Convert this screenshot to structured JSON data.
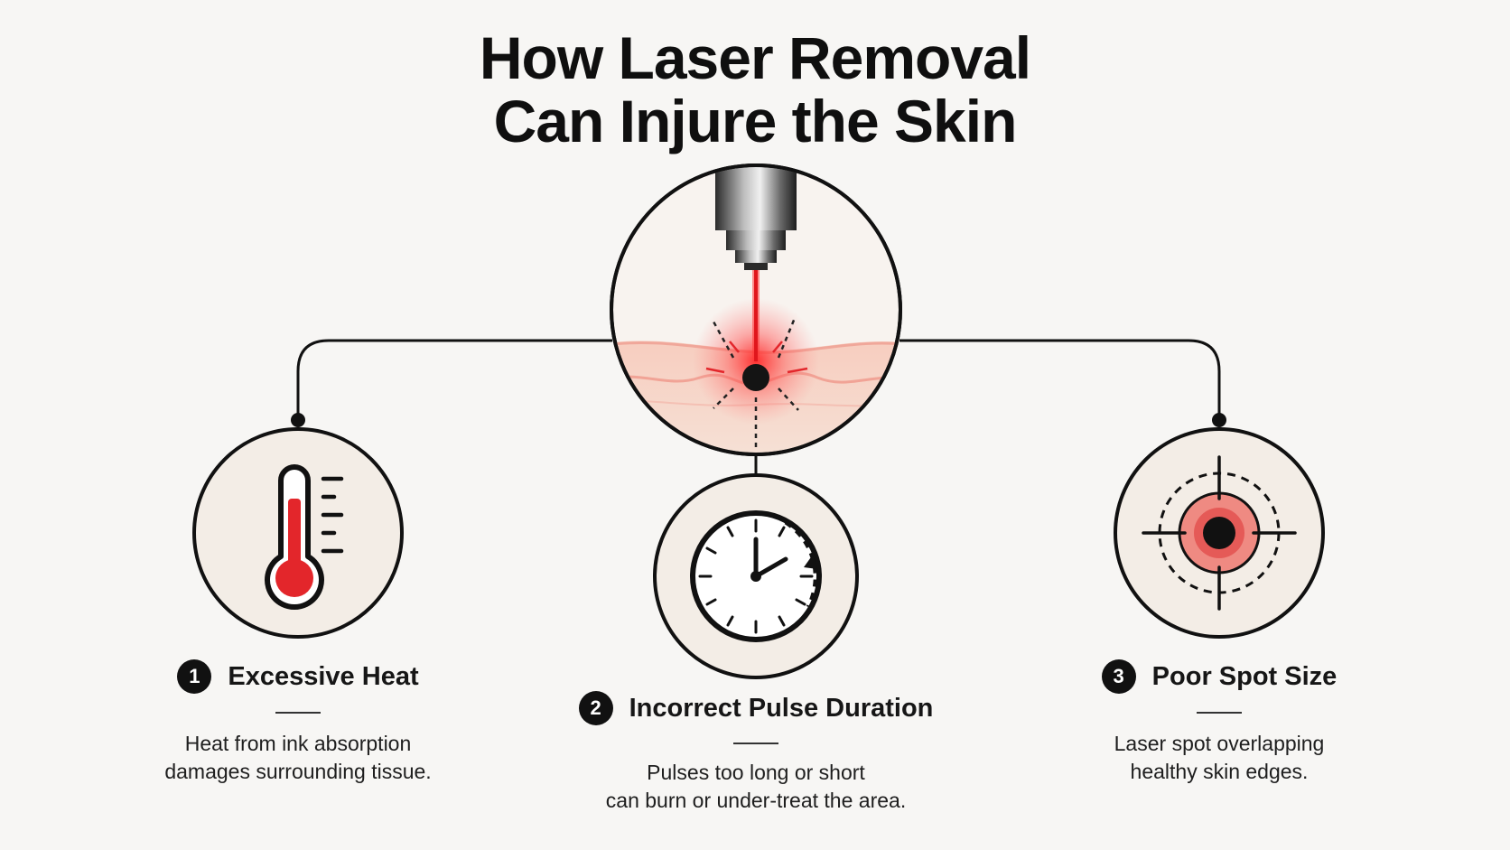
{
  "title": {
    "line1": "How Laser Removal",
    "line2": "Can Injure the Skin"
  },
  "causes": [
    {
      "number": "1",
      "label": "Excessive Heat",
      "description_line1": "Heat from ink absorption",
      "description_line2": "damages surrounding tissue.",
      "icon": "thermometer-icon"
    },
    {
      "number": "2",
      "label": "Incorrect Pulse Duration",
      "description_line1": "Pulses too long or short",
      "description_line2": "can burn or under-treat the area.",
      "icon": "clock-icon"
    },
    {
      "number": "3",
      "label": "Poor Spot Size",
      "description_line1": "Laser spot overlapping",
      "description_line2": "healthy skin edges.",
      "icon": "target-icon"
    }
  ],
  "center_icon": "laser-skin-icon",
  "colors": {
    "background": "#f7f6f4",
    "circle_fill": "#f3ede6",
    "outline": "#111111",
    "laser_red": "#e3262b",
    "skin": "#f4c9bd"
  }
}
